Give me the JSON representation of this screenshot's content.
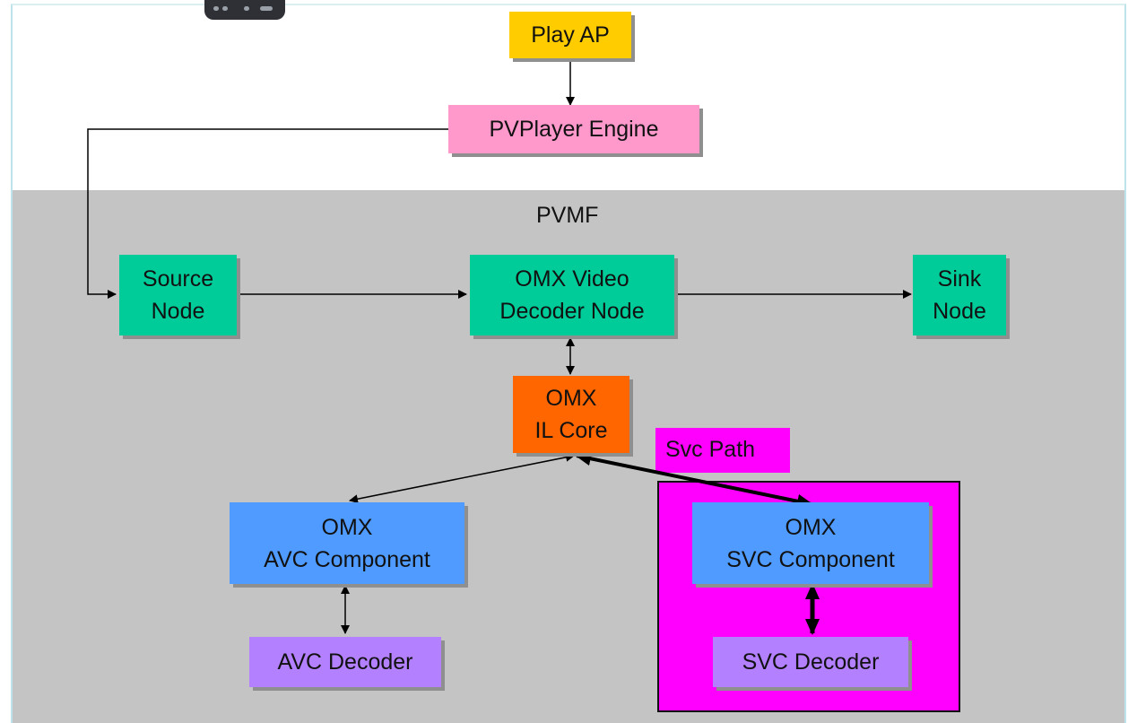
{
  "diagram": {
    "region_label": "PVMF",
    "svc_path_label": "Svc Path",
    "nodes": {
      "play_ap": "Play AP",
      "pvplayer_engine": "PVPlayer Engine",
      "source_node": "Source\nNode",
      "omx_video_decoder_node": "OMX Video\nDecoder Node",
      "sink_node": "Sink\nNode",
      "omx_il_core": "OMX\nIL Core",
      "omx_avc_component": "OMX\nAVC Component",
      "omx_svc_component": "OMX\nSVC Component",
      "avc_decoder": "AVC Decoder",
      "svc_decoder": "SVC Decoder"
    },
    "colors": {
      "play_ap": "#ffcc00",
      "pvplayer_engine": "#ff99cc",
      "green_node": "#00cc99",
      "il_core": "#ff6600",
      "component": "#4f9bff",
      "decoder": "#b380ff",
      "svc_path": "#ff00ff",
      "pvmf_background": "#c4c4c4"
    }
  }
}
